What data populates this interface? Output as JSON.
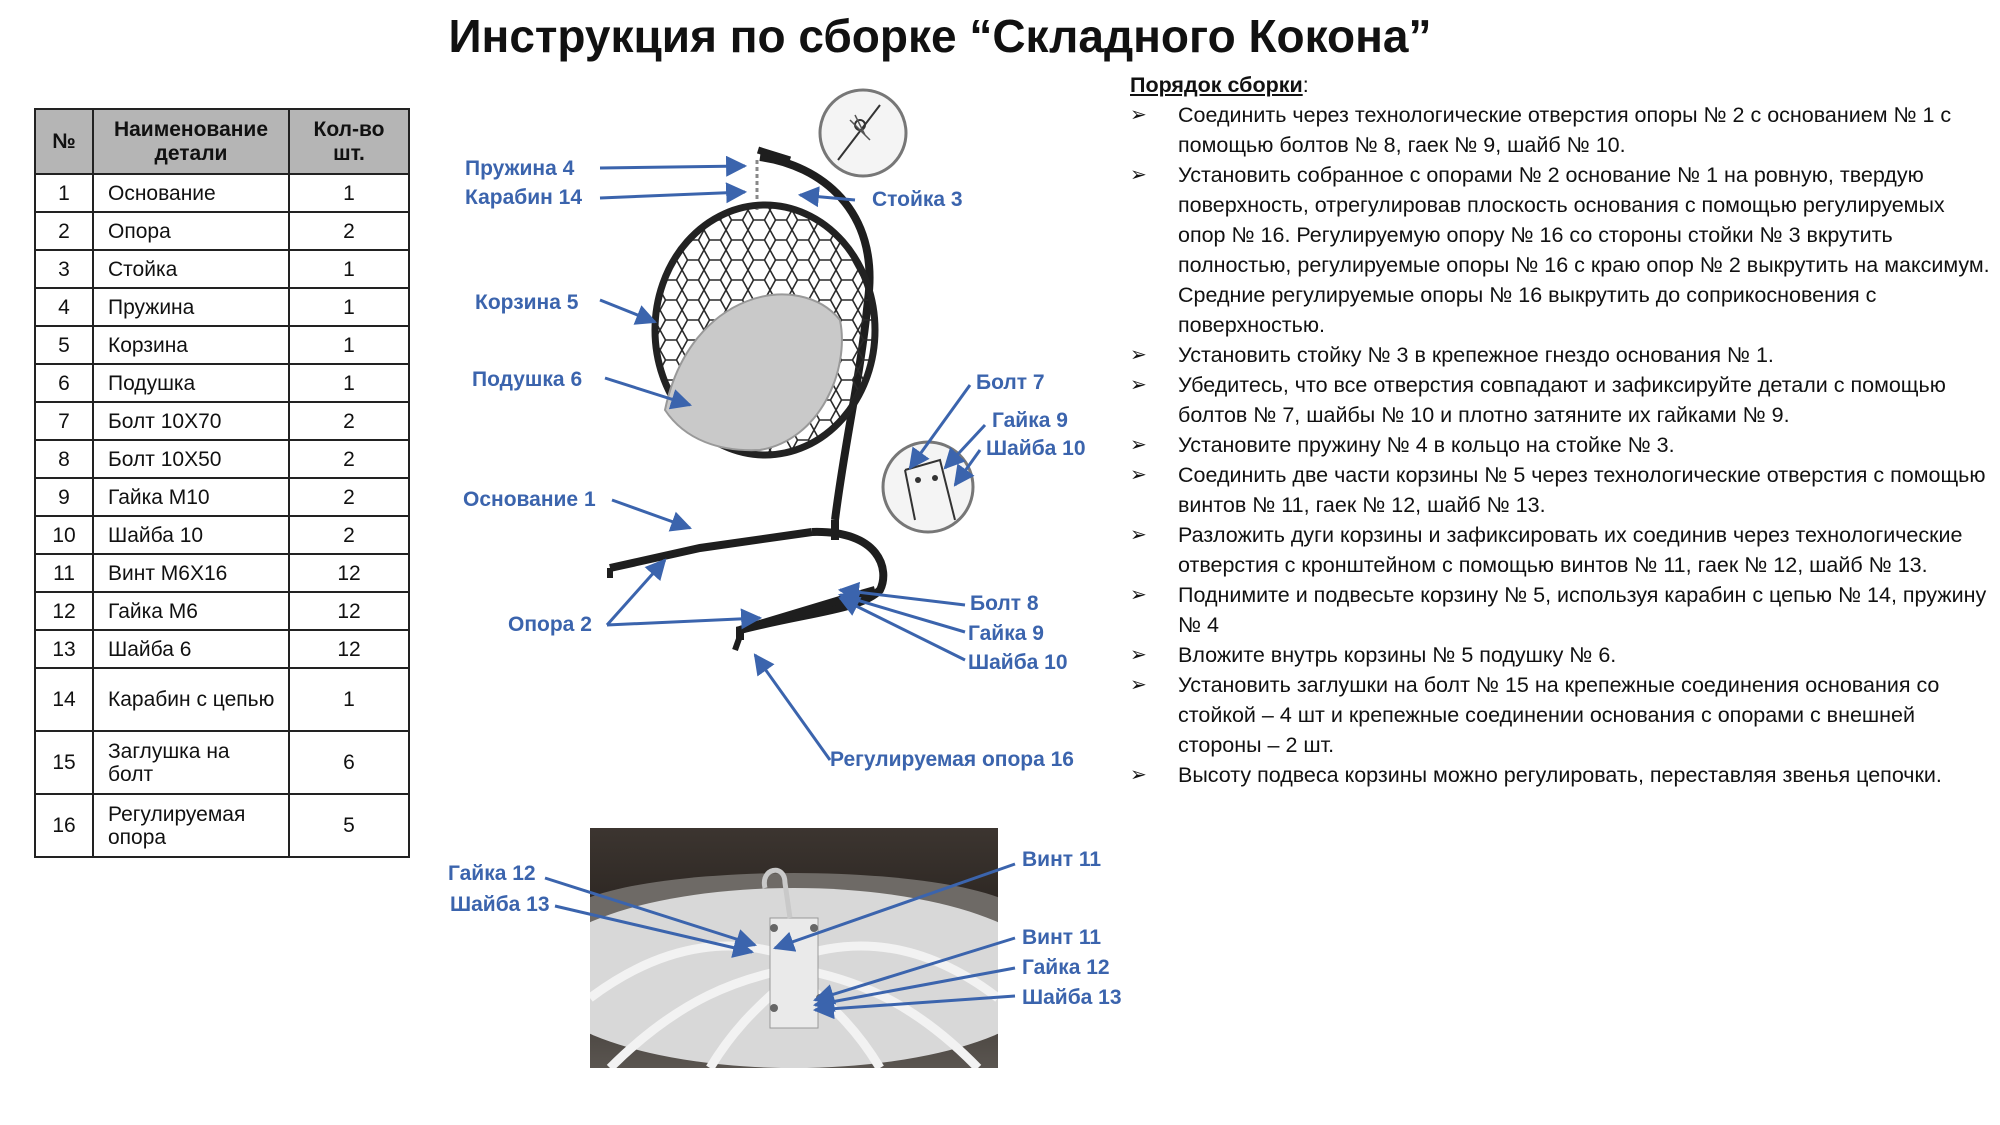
{
  "title": "Инструкция по сборке “Складного Кокона”",
  "table": {
    "headers": [
      "№",
      "Наименование детали",
      "Кол-во шт."
    ],
    "rows": [
      {
        "n": "1",
        "name": "Основание",
        "qty": "1"
      },
      {
        "n": "2",
        "name": "Опора",
        "qty": "2"
      },
      {
        "n": "3",
        "name": "Стойка",
        "qty": "1"
      },
      {
        "n": "4",
        "name": "Пружина",
        "qty": "1"
      },
      {
        "n": "5",
        "name": "Корзина",
        "qty": "1"
      },
      {
        "n": "6",
        "name": "Подушка",
        "qty": "1"
      },
      {
        "n": "7",
        "name": "Болт 10Х70",
        "qty": "2"
      },
      {
        "n": "8",
        "name": "Болт 10Х50",
        "qty": "2"
      },
      {
        "n": "9",
        "name": "Гайка М10",
        "qty": "2"
      },
      {
        "n": "10",
        "name": "Шайба 10",
        "qty": "2"
      },
      {
        "n": "11",
        "name": "Винт М6Х16",
        "qty": "12"
      },
      {
        "n": "12",
        "name": "Гайка М6",
        "qty": "12"
      },
      {
        "n": "13",
        "name": "Шайба 6",
        "qty": "12"
      },
      {
        "n": "14",
        "name": "Карабин с цепью",
        "qty": "1"
      },
      {
        "n": "15",
        "name": "Заглушка на болт",
        "qty": "6"
      },
      {
        "n": "16",
        "name": "Регулируемая опора",
        "qty": "5"
      }
    ]
  },
  "diagram_labels": {
    "spring": "Пружина 4",
    "carabiner": "Карабин 14",
    "stand": "Стойка 3",
    "basket": "Корзина 5",
    "pillow": "Подушка 6",
    "bolt7": "Болт 7",
    "nut9_top": "Гайка 9",
    "washer10_top": "Шайба 10",
    "base": "Основание 1",
    "support": "Опора 2",
    "bolt8": "Болт 8",
    "nut9_bottom": "Гайка 9",
    "washer10_bottom": "Шайба 10",
    "adjustable": "Регулируемая опора 16"
  },
  "photo_labels": {
    "nut12_left": "Гайка 12",
    "washer13_left": "Шайба 13",
    "screw11_top": "Винт 11",
    "screw11": "Винт 11",
    "nut12_right": "Гайка 12",
    "washer13_right": "Шайба 13"
  },
  "steps_head": "Порядок сборки",
  "steps_colon": ":",
  "steps": [
    "Соединить через технологические отверстия опоры № 2 с основанием № 1 с помощью болтов № 8, гаек № 9, шайб № 10.",
    "Установить собранное с опорами № 2 основание № 1 на ровную, твердую поверхность, отрегулировав плоскость основания с помощью регулируемых опор № 16. Регулируемую опору № 16 со стороны стойки № 3 вкрутить полностью, регулируемые опоры № 16  с краю опор № 2 выкрутить на максимум. Средние регулируемые опоры № 16 выкрутить до соприкосновения с поверхностью.",
    "Установить стойку № 3 в крепежное гнездо основания № 1.",
    "Убедитесь, что все отверстия совпадают и зафиксируйте детали с помощью болтов № 7, шайбы № 10 и плотно затяните их гайками № 9.",
    "Установите пружину № 4 в кольцо на стойке № 3.",
    "Соединить две части корзины № 5 через технологические отверстия с помощью винтов № 11, гаек № 12, шайб № 13.",
    "Разложить дуги корзины и зафиксировать их соединив через технологические отверстия с кронштейном с помощью винтов № 11, гаек № 12, шайб № 13.",
    "Поднимите и подвесьте корзину № 5, используя карабин с цепью № 14, пружину № 4",
    "Вложите внутрь корзины № 5 подушку № 6.",
    "Установить заглушки на болт № 15 на крепежные соединения основания со стойкой – 4 шт и крепежные соединении основания с опорами с внешней стороны – 2 шт.",
    "Высоту подвеса корзины можно регулировать, переставляя звенья цепочки."
  ],
  "colors": {
    "label_blue": "#3b64ad",
    "table_header": "#b5b5b5"
  },
  "icons": {
    "bullet": "arrowhead-bullet-icon"
  }
}
